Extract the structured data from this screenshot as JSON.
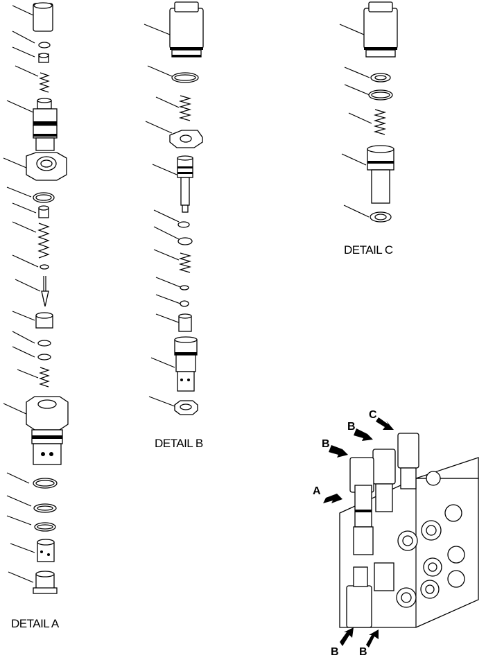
{
  "details": {
    "a": "DETAIL A",
    "b": "DETAIL B",
    "c": "DETAIL C"
  },
  "arrows": {
    "a": "A",
    "b1": "B",
    "b2": "B",
    "b3": "B",
    "b4": "B",
    "c": "C"
  },
  "colors": {
    "line": "#000000",
    "background": "#ffffff"
  }
}
